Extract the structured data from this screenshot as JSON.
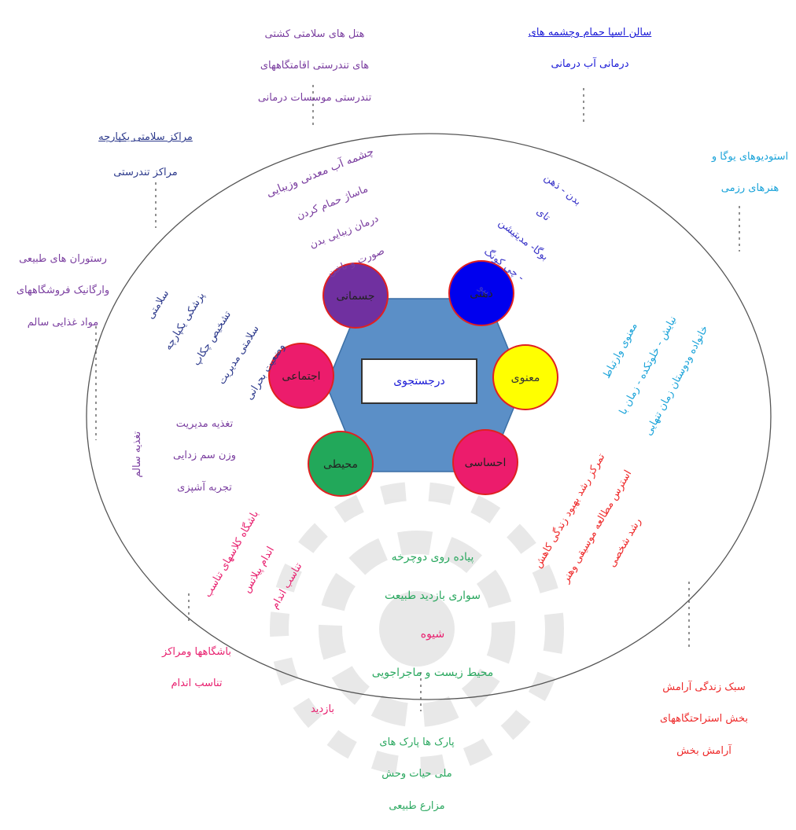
{
  "colors": {
    "purple": "#7b3fa0",
    "blue": "#1a1ad6",
    "cyan": "#1aa3d9",
    "pink": "#e8206f",
    "green": "#2ba860",
    "red": "#ee2a2a",
    "navy": "#2d3a8c",
    "hexagon": "#5b8fc7"
  },
  "center": {
    "label": "درجستجوی"
  },
  "nodes": [
    {
      "id": "jesmani",
      "label": "جسمانی",
      "color": "#7030a0"
    },
    {
      "id": "zehni",
      "label": "ذهنی",
      "color": "#0000ee"
    },
    {
      "id": "manavi",
      "label": "معنوی",
      "color": "#ffff00"
    },
    {
      "id": "ehsasi",
      "label": "احساسی",
      "color": "#ec1c6c"
    },
    {
      "id": "mohiti",
      "label": "محیطی",
      "color": "#22a85a"
    },
    {
      "id": "ejtemai",
      "label": "اجتماعی",
      "color": "#ec1c6c"
    }
  ],
  "outer": {
    "top_left": [
      "هتل های سلامتی کشتی",
      "های تندرستی اقامتگاههای",
      "تندرستی موسسات درمانی"
    ],
    "top_right": [
      "سالن اسپا حمام وچشمه های",
      "درمانی آب درمانی"
    ],
    "left_top_title": "مراکز سلامتی یکپارچه",
    "left_top_sub": "مراکز تندرستی",
    "right_top": [
      "استودیوهای یوگا و",
      "هنرهای رزمی"
    ],
    "left_mid": [
      "رستوران های طبیعی",
      "وارگانیک فروشگاههای",
      "مواد غذایی سالم"
    ],
    "bottom_left": [
      "باشگاهها ومراکز",
      "تناسب اندام"
    ],
    "bottom_right": [
      "سبک زندگی آرامش",
      "بخش استراحتگاههای",
      "آرامش بخش"
    ],
    "bottom_center_title": "بازدید",
    "bottom_center": [
      "پارک ها پارک های",
      "ملی حیات وحش",
      "مزارع طبیعی"
    ]
  },
  "inner": {
    "physical": [
      "چشمه آب معدنی وزیبایی",
      "ماساژ حمام کردن",
      "درمان زیبایی بدن",
      "صورت و ناخن"
    ],
    "mental": [
      "بدن - ذهن",
      "تای",
      "بوگا- مدیتیشن",
      "- چی کونگ",
      "بیو"
    ],
    "health": [
      "سلامتی",
      "پزشکی یکپارچه",
      "تشخیص چکاپ",
      "سلامتی مدیریت",
      "وضعیت بحرانی"
    ],
    "spiritual": [
      "معنوی وارتباط",
      "نیایش - خلوتکده - زمان با",
      "خانواده ودوستان زمان تنهایی"
    ],
    "nutrition_title": "تغذیه سالم",
    "nutrition": [
      "تغذیه مدیریت",
      "وزن سم زدایی",
      "تجربه آشپزی"
    ],
    "fitness": [
      "باشگاه کلاسهای تناسب",
      "اندام پیلاتس",
      "تناسب اندام"
    ],
    "emotional": [
      "تمرکز رشد بهبود زندگی کاهش",
      "استرس مطالعه موسیقی وهنر",
      "رشد شخصی"
    ],
    "environment": [
      "پیاده روی دوچرخه",
      "سواری بازدید طبیعت",
      "شیوه",
      "محیط زیست و ماجراجویی"
    ]
  }
}
